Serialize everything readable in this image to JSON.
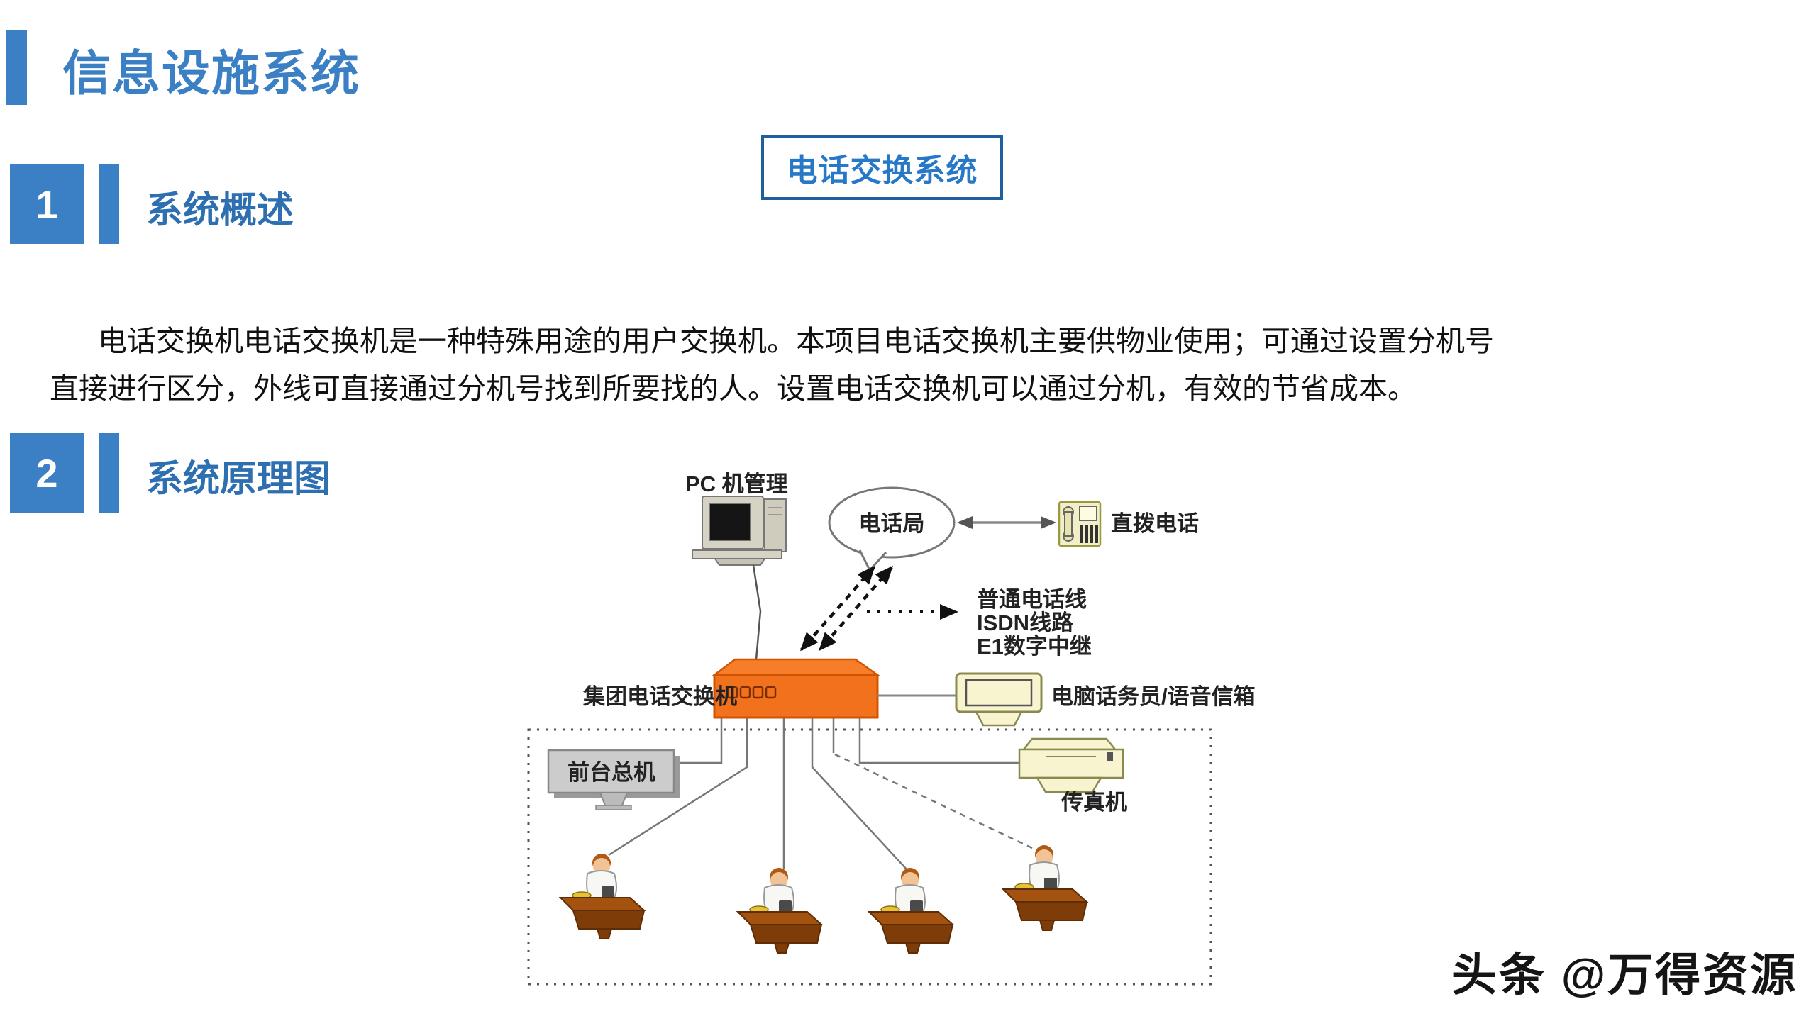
{
  "slide": {
    "title": "信息设施系统",
    "badge": "电话交换系统",
    "sections": [
      {
        "number": "1",
        "title": "系统概述"
      },
      {
        "number": "2",
        "title": "系统原理图"
      }
    ],
    "paragraph_lines": [
      "电话交换机电话交换机是一种特殊用途的用户交换机。本项目电话交换机主要供物业使用；可通过设置分机号",
      "直接进行区分，外线可直接通过分机号找到所要找的人。设置电话交换机可以通过分机，有效的节省成本。"
    ],
    "watermark": "头条 @万得资源"
  },
  "diagram": {
    "pc_label": "PC 机管理",
    "telecom_office_label": "电话局",
    "direct_phone_label": "直拨电话",
    "trunk_line_labels": [
      "普通电话线",
      "ISDN线路",
      "E1数字中继"
    ],
    "pbx_label": "集团电话交换机",
    "operator_voicemail_label": "电脑话务员/语音信箱",
    "front_desk_label": "前台总机",
    "fax_label": "传真机"
  },
  "colors": {
    "accent_blue": "#3b80c4",
    "section_title_blue": "#2d6fb0",
    "badge_border_blue": "#1e5fa0",
    "badge_text_blue": "#2878c8",
    "pbx_orange": "#f2711c",
    "icon_beige": "#f5f2cc",
    "desk_brown": "#a3520f",
    "line_gray": "#777777"
  }
}
